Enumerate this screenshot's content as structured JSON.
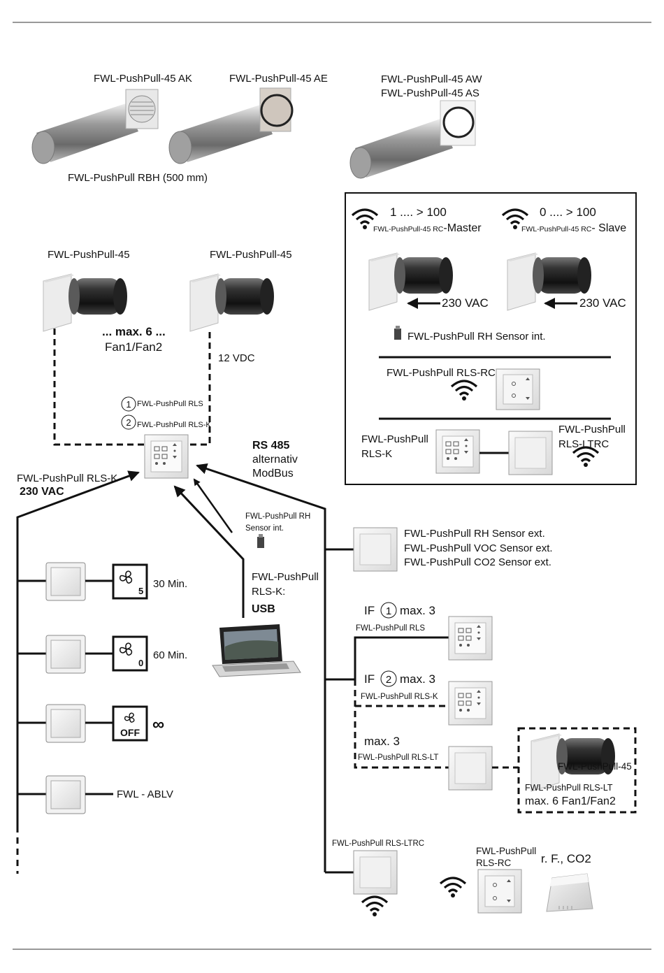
{
  "duct_labels": {
    "ak": "FWL-PushPull-45 AK",
    "ae": "FWL-PushPull-45 AE",
    "aw": "FWL-PushPull-45 AW",
    "as": "FWL-PushPull-45 AS",
    "rbh": "FWL-PushPull RBH (500 mm)"
  },
  "fans": {
    "left_label": "FWL-PushPull-45",
    "right_label": "FWL-PushPull-45",
    "max_label": "... max. 6 ...",
    "fan_label": "Fan1/Fan2",
    "voltage": "12 VDC",
    "opt1_num": "1",
    "opt1_label": "FWL-PushPull RLS",
    "opt2_num": "2",
    "opt2_label": "FWL-PushPull RLS-K"
  },
  "rc_box": {
    "master_range": "1 .... > 100",
    "master_prefix": "FWL-PushPull-45 RC",
    "master_suffix": "-Master",
    "slave_range": "0 .... > 100",
    "slave_prefix": "FWL-PushPull-45 RC",
    "slave_suffix": "- Slave",
    "voltage_left": "230 VAC",
    "voltage_right": "230 VAC",
    "sensor_label": "FWL-PushPull RH Sensor int.",
    "rls_rc_label": "FWL-PushPull RLS-RC",
    "rls_k_line1": "FWL-PushPull",
    "rls_k_line2": "RLS-K",
    "ltrc_line1": "FWL-PushPull",
    "ltrc_line2": "RLS-LTRC"
  },
  "bus": {
    "rs485": "RS 485",
    "alt": "alternativ",
    "modbus": "ModBus",
    "rlsk_line1": "FWL-PushPull RLS-K",
    "rlsk_line2": "230 VAC",
    "rh_line1": "FWL-PushPull RH",
    "rh_line2": "Sensor int.",
    "usb_line1": "FWL-PushPull",
    "usb_line2": "RLS-K:",
    "usb_line3": "USB"
  },
  "switches": {
    "s1_num": "5",
    "s1_label": "30 Min.",
    "s2_num": "0",
    "s2_label": "60 Min.",
    "s3_off": "OFF",
    "s3_symbol": "∞",
    "s4_label": "FWL - ABLV"
  },
  "sensors": {
    "rh": "FWL-PushPull RH Sensor ext.",
    "voc": "FWL-PushPull VOC Sensor ext.",
    "co2": "FWL-PushPull CO2 Sensor ext."
  },
  "if_groups": {
    "if1_prefix": "IF",
    "if1_num": "1",
    "if1_max": "max. 3",
    "if1_label": "FWL-PushPull RLS",
    "if2_prefix": "IF",
    "if2_num": "2",
    "if2_max": "max. 3",
    "if2_label": "FWL-PushPull RLS-K",
    "lt_max": "max. 3",
    "lt_label": "FWL-PushPull RLS-LT",
    "lt_fan_label": "FWL-PushPull-45",
    "lt_fan_sub": "FWL-PushPull RLS-LT",
    "lt_fan_max": "max. 6 Fan1/Fan2"
  },
  "bottom": {
    "ltrc_label": "FWL-PushPull RLS-LTRC",
    "rc_line1": "FWL-PushPull",
    "rc_line2": "RLS-RC",
    "rf_co2": "r. F., CO2"
  }
}
